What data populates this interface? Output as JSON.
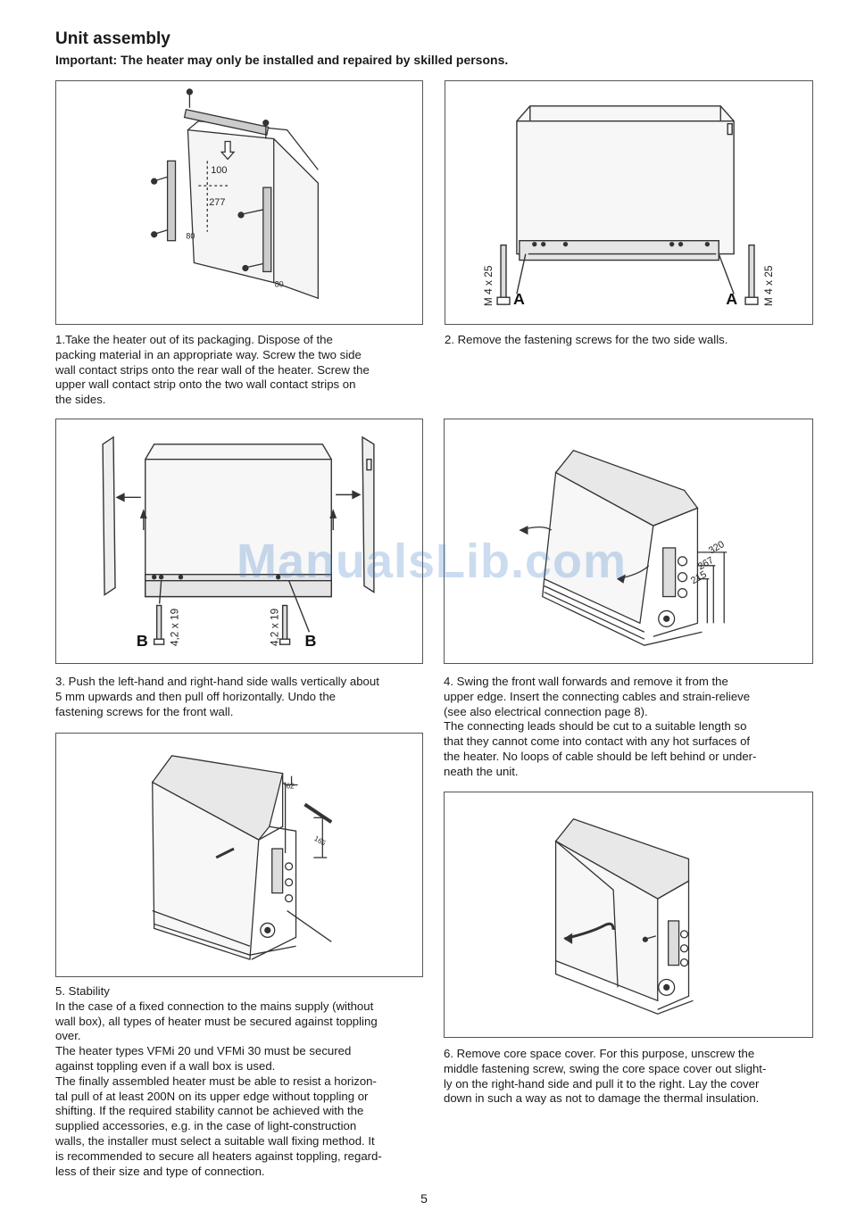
{
  "page": {
    "title": "Unit assembly",
    "subtitle": "Important: The heater may only be installed and repaired by skilled persons.",
    "page_number": "5",
    "watermark": "ManualsLib.com"
  },
  "figures": {
    "fig1": {
      "dims": [
        "100",
        "277",
        "80",
        "80"
      ]
    },
    "fig2": {
      "screw": "M 4 x 25",
      "marker": "A"
    },
    "fig3": {
      "screw": "4,2 x 19",
      "marker": "B"
    },
    "fig4": {
      "dims": [
        "320",
        "267",
        "215"
      ]
    },
    "fig5": {
      "dims": [
        "62",
        "165"
      ]
    }
  },
  "captions": {
    "c1": [
      "1.Take the heater out of its packaging.  Dispose of the",
      "packing material in an appropriate way. Screw the two side",
      "wall contact strips onto the rear wall of the heater. Screw the",
      "upper wall contact strip onto the two wall contact strips on",
      "the sides."
    ],
    "c2": [
      "2. Remove the fastening screws for the two side walls."
    ],
    "c3": [
      "3. Push the left-hand and right-hand side walls vertically about",
      "5 mm upwards and then pull off horizontally.  Undo the",
      "fastening screws for the front wall."
    ],
    "c4": [
      "4. Swing the front wall forwards and remove it from the",
      "upper edge. Insert the connecting cables and strain-relieve",
      "(see also electrical connection page 8).",
      "The connecting leads should be cut to a suitable length so",
      "that they cannot come into contact with any hot surfaces of",
      "the heater. No loops of cable should be left behind or under-",
      "neath the unit."
    ],
    "c5": [
      "5. Stability",
      "In the case of a fixed connection to the mains supply (without",
      "wall box), all types of heater must be secured against toppling",
      "over.",
      "The heater types VFMi 20 und VFMi 30 must be secured",
      "against toppling even if a wall box is used.",
      "The finally assembled heater must be able to resist a horizon-",
      "tal pull of at least 200N on its upper edge without toppling or",
      "shifting. If the required stability cannot be achieved with the",
      "supplied accessories, e.g. in the case of light-construction",
      "walls, the installer must select a suitable wall fixing method. It",
      "is recommended to secure all heaters against toppling, regard-",
      "less of their size and type of connection."
    ],
    "c6": [
      "6. Remove core space cover. For this purpose, unscrew the",
      "middle fastening screw, swing the core space cover out slight-",
      "ly on the right-hand side and pull it to the right.  Lay the cover",
      "down in such a way as not to damage the thermal insulation."
    ]
  }
}
